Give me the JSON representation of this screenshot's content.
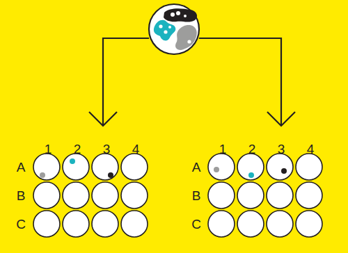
{
  "diagram": {
    "labels": [
      "1",
      "2",
      "3",
      "4",
      "A",
      "B",
      "C",
      "1",
      "2",
      "3",
      "4",
      "A",
      "B",
      "C"
    ]
  }
}
